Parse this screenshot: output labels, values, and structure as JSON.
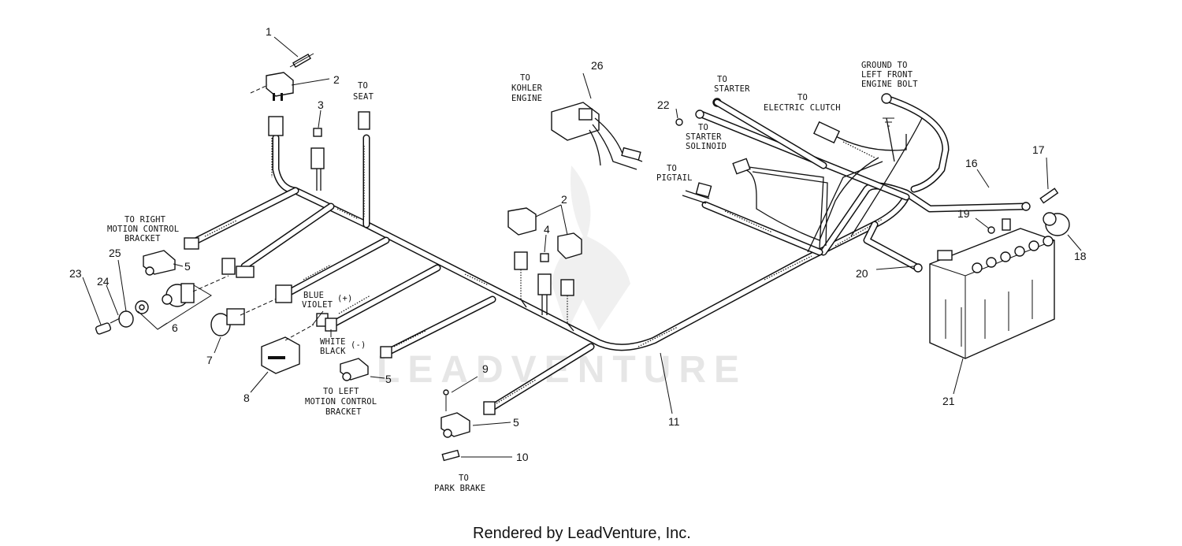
{
  "watermark": "LEADVENTURE",
  "footer": "Rendered by LeadVenture, Inc.",
  "labels": {
    "to_seat": [
      "TO",
      "SEAT"
    ],
    "to_kohler": [
      "TO",
      "KOHLER",
      "ENGINE"
    ],
    "to_starter": [
      "TO",
      "STARTER"
    ],
    "to_electric_clutch": [
      "TO",
      "ELECTRIC CLUTCH"
    ],
    "ground": [
      "GROUND TO",
      "LEFT FRONT",
      "ENGINE BOLT"
    ],
    "to_starter_solenoid": [
      "TO",
      "STARTER",
      "SOLINOID"
    ],
    "to_pigtail": [
      "TO",
      "PIGTAIL"
    ],
    "to_right_mc": [
      "TO RIGHT",
      "MOTION CONTROL",
      "BRACKET"
    ],
    "blue_violet": [
      "BLUE",
      "VIOLET"
    ],
    "plus": "(+)",
    "white_black": [
      "WHITE",
      "BLACK"
    ],
    "minus": "(-)",
    "to_left_mc": [
      "TO LEFT",
      "MOTION CONTROL",
      "BRACKET"
    ],
    "to_park_brake": [
      "TO",
      "PARK BRAKE"
    ]
  },
  "callouts": {
    "c1": "1",
    "c2a": "2",
    "c2b": "2",
    "c3": "3",
    "c4": "4",
    "c5a": "5",
    "c5b": "5",
    "c5c": "5",
    "c6": "6",
    "c7": "7",
    "c8": "8",
    "c9": "9",
    "c10": "10",
    "c11": "11",
    "c16": "16",
    "c17": "17",
    "c18": "18",
    "c19": "19",
    "c20": "20",
    "c21": "21",
    "c22": "22",
    "c23": "23",
    "c24": "24",
    "c25": "25",
    "c26": "26"
  }
}
